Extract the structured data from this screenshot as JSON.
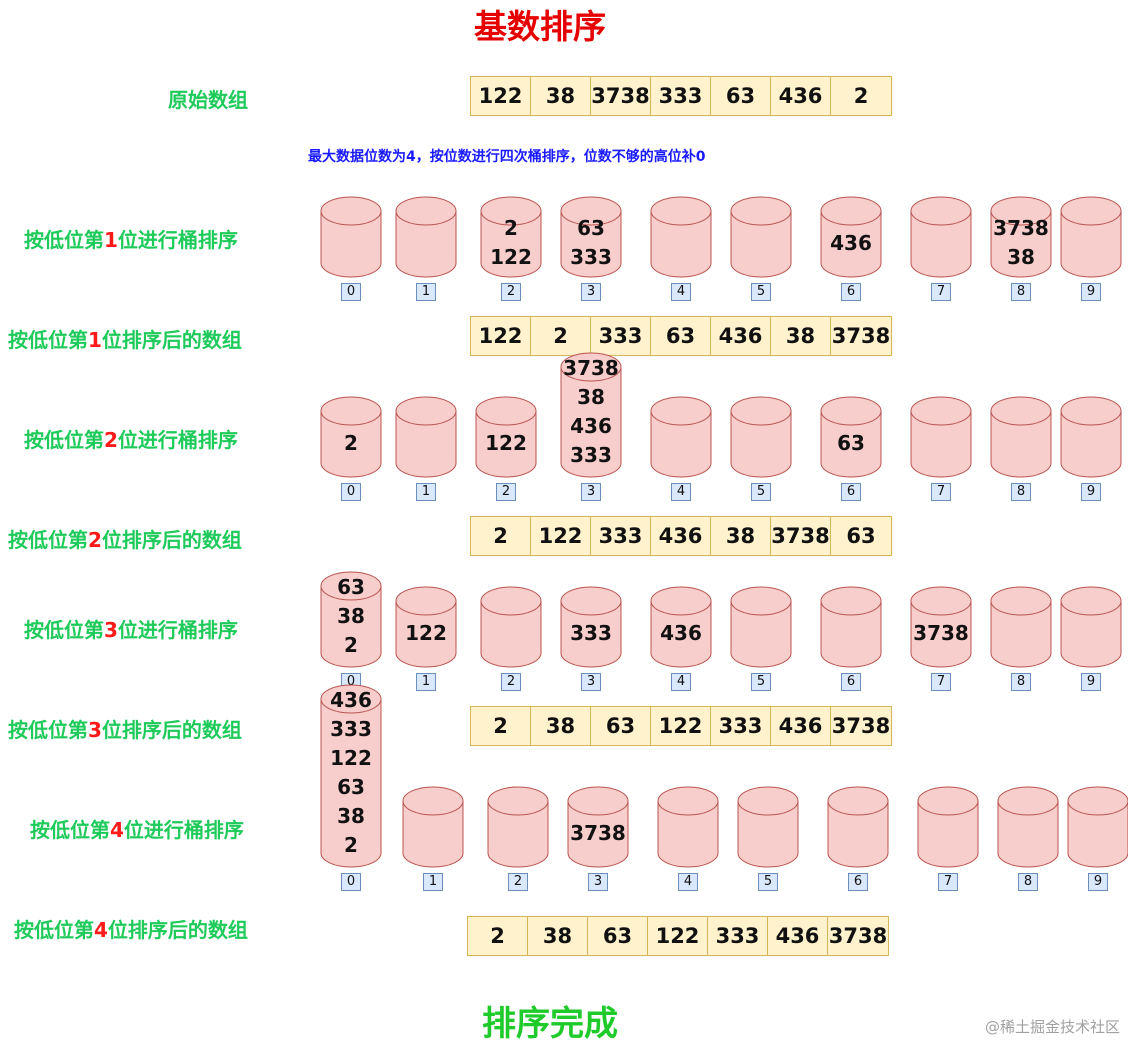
{
  "title": "基数排序",
  "done": "排序完成",
  "watermark": "@稀土掘金技术社区",
  "note": "最大数据位数为4，按位数进行四次桶排序，位数不够的高位补0",
  "original": {
    "label": "原始数组",
    "values": [
      "122",
      "38",
      "3738",
      "333",
      "63",
      "436",
      "2"
    ]
  },
  "passes": [
    {
      "label_pre": "按低位第",
      "label_num": "1",
      "label_post": "位进行桶排序",
      "buckets": [
        [],
        [],
        [
          "2",
          "122"
        ],
        [
          "63",
          "333"
        ],
        [],
        [],
        [
          "436"
        ],
        [],
        [
          "3738",
          "38"
        ],
        []
      ],
      "result_pre": "按低位第",
      "result_num": "1",
      "result_post": "位排序后的数组",
      "result": [
        "122",
        "2",
        "333",
        "63",
        "436",
        "38",
        "3738"
      ]
    },
    {
      "label_pre": "按低位第",
      "label_num": "2",
      "label_post": "位进行桶排序",
      "buckets": [
        [
          "2"
        ],
        [],
        [
          "122"
        ],
        [
          "3738",
          "38",
          "436",
          "333"
        ],
        [],
        [],
        [
          "63"
        ],
        [],
        [],
        []
      ],
      "result_pre": "按低位第",
      "result_num": "2",
      "result_post": "位排序后的数组",
      "result": [
        "2",
        "122",
        "333",
        "436",
        "38",
        "3738",
        "63"
      ]
    },
    {
      "label_pre": "按低位第",
      "label_num": "3",
      "label_post": "位进行桶排序",
      "buckets": [
        [
          "63",
          "38",
          "2"
        ],
        [
          "122"
        ],
        [],
        [
          "333"
        ],
        [
          "436"
        ],
        [],
        [],
        [
          "3738"
        ],
        [],
        []
      ],
      "result_pre": "按低位第",
      "result_num": "3",
      "result_post": "位排序后的数组",
      "result": [
        "2",
        "38",
        "63",
        "122",
        "333",
        "436",
        "3738"
      ]
    },
    {
      "label_pre": "按低位第",
      "label_num": "4",
      "label_post": "位进行桶排序",
      "buckets": [
        [
          "436",
          "333",
          "122",
          "63",
          "38",
          "2"
        ],
        [],
        [],
        [
          "3738"
        ],
        [],
        [],
        [],
        [],
        [],
        []
      ],
      "result_pre": "按低位第",
      "result_num": "4",
      "result_post": "位排序后的数组",
      "result": [
        "2",
        "38",
        "63",
        "122",
        "333",
        "436",
        "3738"
      ]
    }
  ],
  "bucket_indices": [
    "0",
    "1",
    "2",
    "3",
    "4",
    "5",
    "6",
    "7",
    "8",
    "9"
  ],
  "colors": {
    "bucket_fill": "#f8cecc",
    "bucket_stroke": "#b85450",
    "cell_fill": "#fff2cc",
    "cell_stroke": "#d6b656",
    "index_fill": "#dae8fc",
    "index_stroke": "#6c8ebf",
    "label_green": "#1ecb5a",
    "emphasis_red": "#ff1a1a",
    "note_blue": "#1a1aff"
  }
}
